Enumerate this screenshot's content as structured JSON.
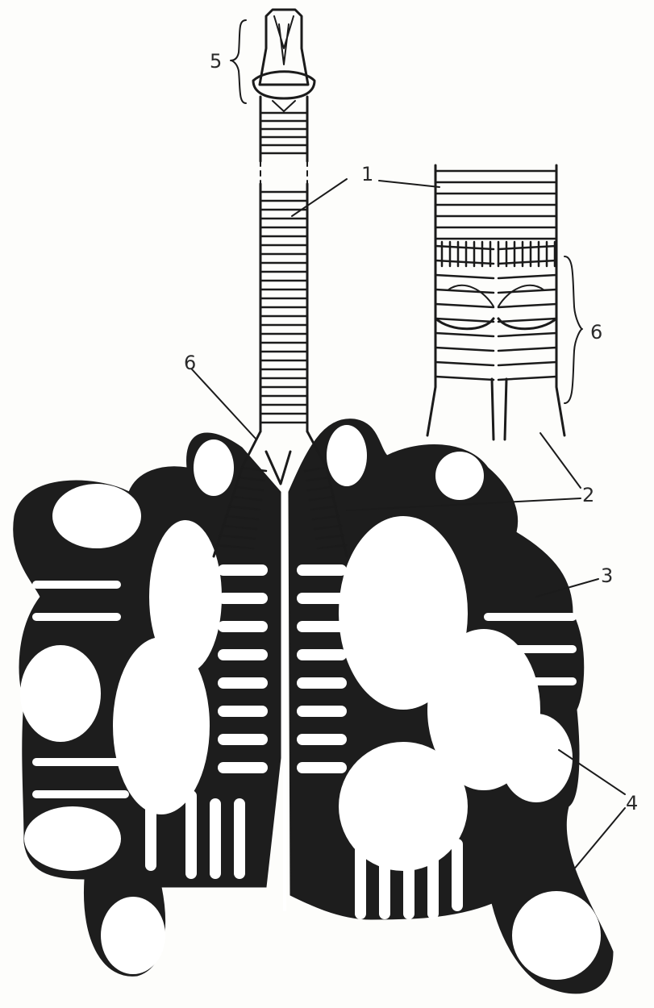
{
  "labels": {
    "trachea": "1",
    "bronchus": "2",
    "pleura": "3",
    "alveolar_sac": "4",
    "larynx": "5",
    "bifurcation": "6"
  },
  "colors": {
    "ink": "#1b1b1b",
    "paper": "#fdfdfb",
    "lobe_fill": "#1d1d1d"
  }
}
